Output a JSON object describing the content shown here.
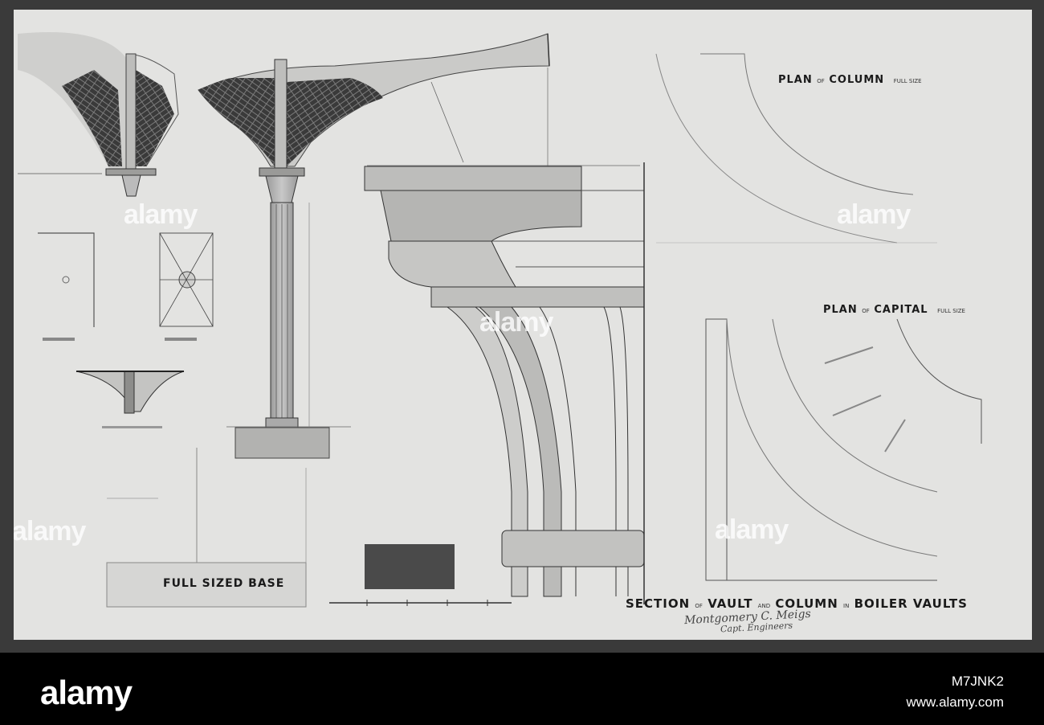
{
  "drawing": {
    "title": "SECTION OF VAULT AND COLUMN IN BOILER VAULTS",
    "title_parts": {
      "w1": "SECTION",
      "of": "OF",
      "w2": "VAULT",
      "and": "AND",
      "w3": "COLUMN",
      "in": "IN",
      "w4": "BOILER VAULTS"
    },
    "plan_column": {
      "main": "PLAN",
      "of": "OF",
      "name": "COLUMN",
      "size": "FULL SIZE"
    },
    "plan_capital": {
      "main": "PLAN",
      "of": "OF",
      "name": "CAPITAL",
      "size": "FULL SIZE"
    },
    "full_sized_base": "FULL SIZED BASE",
    "signature": "Montgomery C. Meigs",
    "signature_line2": "Capt. Engineers"
  },
  "watermark": {
    "text": "alamy"
  },
  "footer": {
    "logo": "alamy",
    "image_id": "M7JNK2",
    "url": "www.alamy.com"
  },
  "colors": {
    "paper": "#e3e3e1",
    "frame": "#3a3a3a",
    "footer": "#000000",
    "ink": "#1a1a1a"
  }
}
